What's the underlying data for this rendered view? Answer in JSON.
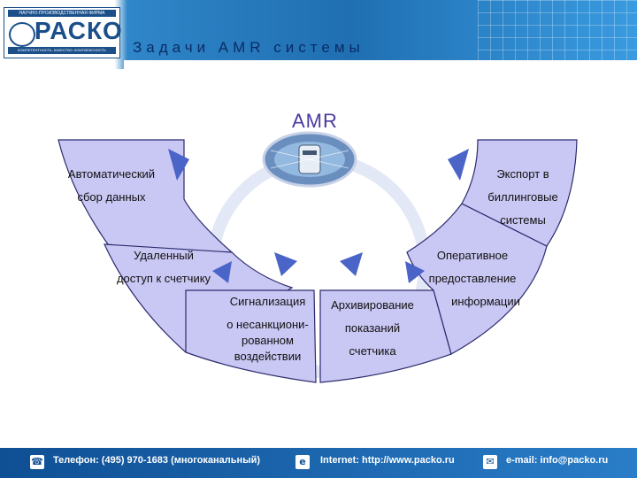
{
  "header": {
    "logo_top_text": "НАУЧНО-ПРОИЗВОДСТВЕННАЯ ФИРМА",
    "logo_word": "РАСКО",
    "logo_bottom_text": "КОМПЕТЕНТНОСТЬ. КАЧЕСТВО. КОМПЛЕКСНОСТЬ",
    "title": "Задачи AMR системы"
  },
  "diagram": {
    "center_label": "AMR",
    "segments": [
      {
        "lines": [
          "Автоматический",
          "сбор данных"
        ]
      },
      {
        "lines": [
          "Удаленный",
          "доступ к счетчику"
        ]
      },
      {
        "lines": [
          "Сигнализация",
          "о несанкциони-",
          "рованном",
          "воздействии"
        ]
      },
      {
        "lines": [
          "Архивирование",
          "показаний",
          "счетчика"
        ]
      },
      {
        "lines": [
          "Оперативное",
          "предоставление",
          "информации"
        ]
      },
      {
        "lines": [
          "Экспорт в",
          "биллинговые",
          "системы"
        ]
      }
    ]
  },
  "footer": {
    "phone": "Телефон: (495) 970-1683 (многоканальный)",
    "internet": "Internet: http://www.packo.ru",
    "email": "e-mail: info@packo.ru"
  },
  "colors": {
    "segment_fill": "#c9c7f3",
    "segment_stroke": "#2b2b6e",
    "arrow_fill": "#4b64c8",
    "header_blue": "#1f6fb2"
  }
}
